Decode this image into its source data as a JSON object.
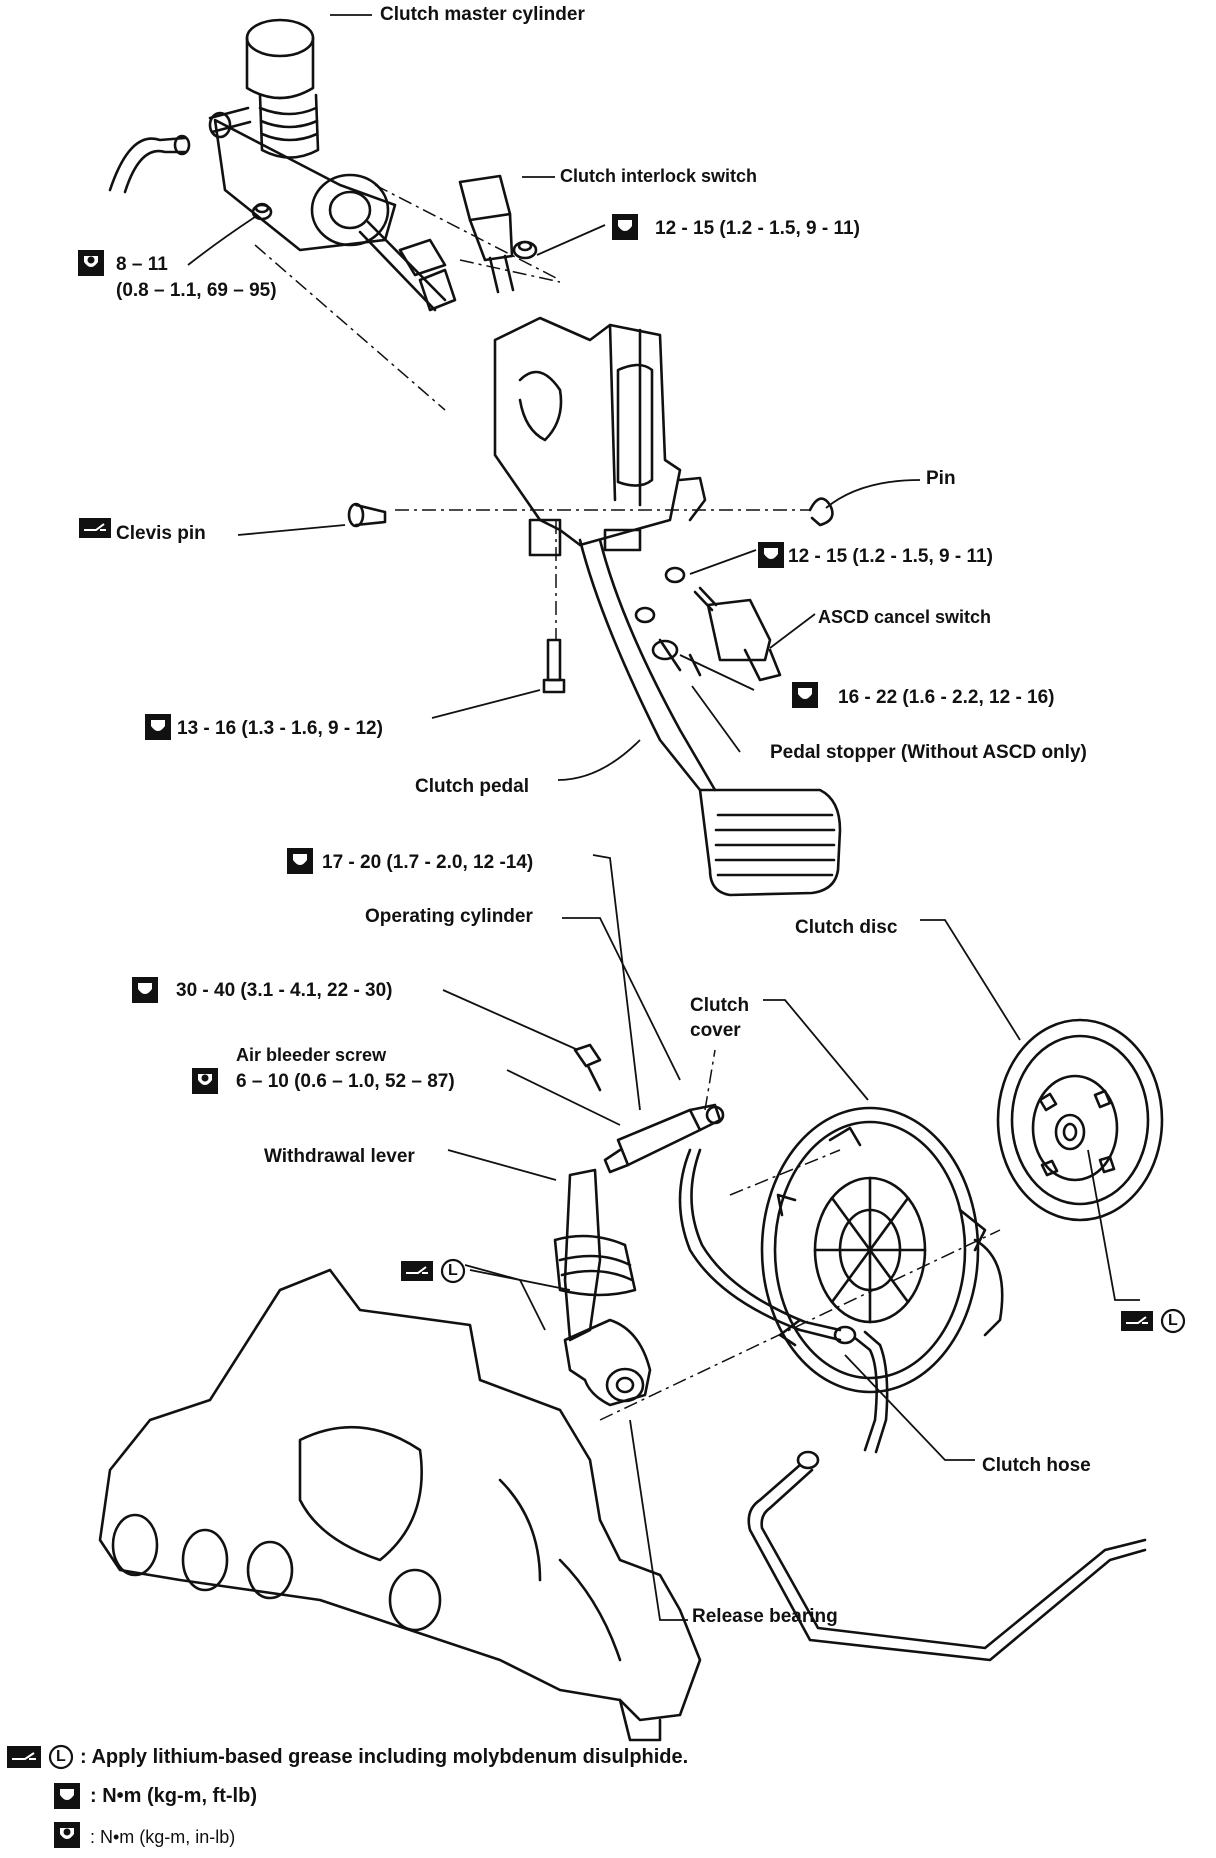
{
  "labels": {
    "master_cylinder": "Clutch master cylinder",
    "interlock_switch": "Clutch interlock switch",
    "interlock_torque": "12 - 15 (1.2 - 1.5, 9 - 11)",
    "master_torque_a": "8 – 11",
    "master_torque_b": "(0.8 – 1.1, 69 – 95)",
    "pin": "Pin",
    "clevis_pin": "Clevis pin",
    "pin_torque": "12 - 15 (1.2 - 1.5, 9 - 11)",
    "ascd_switch": "ASCD cancel switch",
    "ascd_torque": "16 - 22 (1.6 - 2.2, 12 - 16)",
    "bracket_torque": "13 - 16 (1.3 - 1.6, 9 - 12)",
    "pedal_stopper": "Pedal stopper (Without ASCD only)",
    "clutch_pedal": "Clutch pedal",
    "opcyl_torque": "17 - 20 (1.7 - 2.0, 12 -14)",
    "operating_cylinder": "Operating cylinder",
    "clutch_disc": "Clutch disc",
    "housing_torque": "30 - 40 (3.1 - 4.1, 22 - 30)",
    "clutch_cover_a": "Clutch",
    "clutch_cover_b": "cover",
    "air_bleeder": "Air bleeder screw",
    "bleeder_torque": "6 – 10 (0.6 – 1.0, 52 – 87)",
    "withdrawal_lever": "Withdrawal lever",
    "clutch_hose": "Clutch hose",
    "release_bearing": "Release bearing",
    "grease_letter": "L"
  },
  "legend": {
    "grease": ": Apply lithium-based grease including molybdenum disulphide.",
    "torque_ftlb": ": N•m (kg-m, ft-lb)",
    "torque_inlb": ": N•m (kg-m, in-lb)"
  },
  "icons": [
    "grease-icon",
    "torque-wrench-icon",
    "torque-inlb-icon"
  ]
}
